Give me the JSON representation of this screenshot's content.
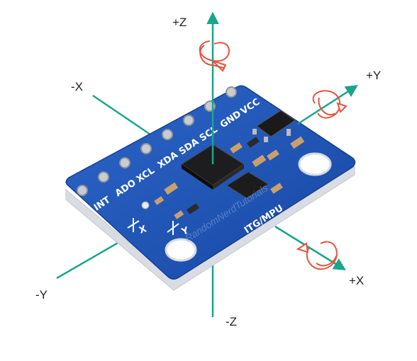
{
  "axes": {
    "pos_z": "+Z",
    "neg_z": "-Z",
    "pos_x": "+X",
    "neg_x": "-X",
    "pos_y": "+Y",
    "neg_y": "-Y"
  },
  "pins": [
    "VCC",
    "GND",
    "SCL",
    "SDA",
    "XDA",
    "XCL",
    "ADO",
    "INT"
  ],
  "board": {
    "model_text": "ITG/MPU",
    "silk_x": "X",
    "silk_y": "Y",
    "watermark": "RandomNerdTutorials"
  },
  "colors": {
    "axis": "#1aa58c",
    "rotation_arrow": "#e2553f",
    "board": "#1f56b8",
    "board_edge": "#d9dce3"
  }
}
